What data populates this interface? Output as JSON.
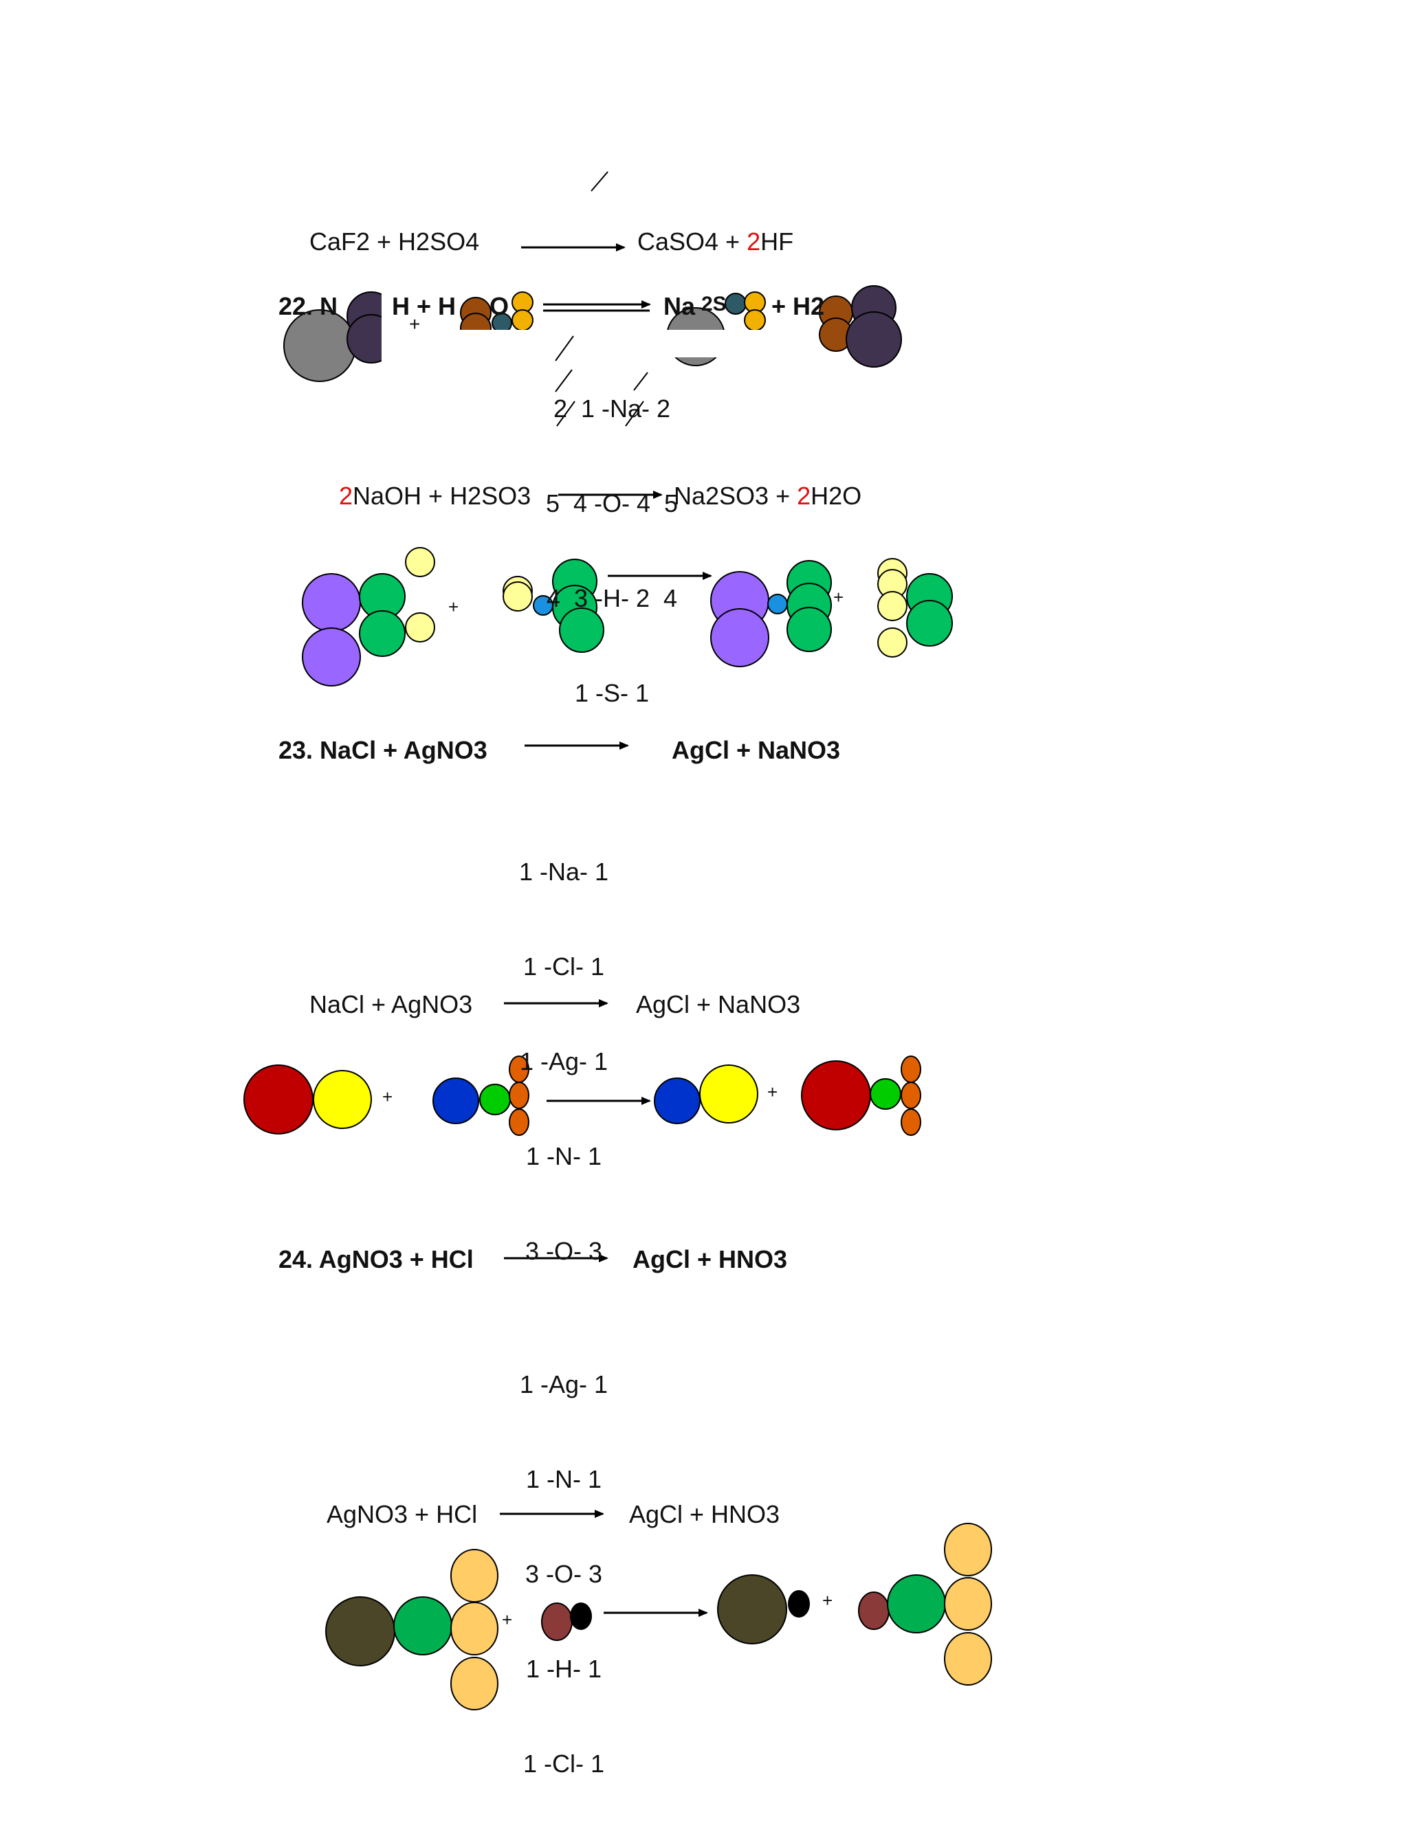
{
  "page": {
    "eq_caf2": {
      "left": "CaF2 + H2SO4",
      "right_a": "CaSO4 + ",
      "right_coef": "2",
      "right_b": "HF"
    },
    "problem22": {
      "heading_a": "22. N",
      "heading_b": "H + H",
      "heading_c": "O",
      "heading_d": "Na",
      "heading_e": "2S",
      "heading_f": "+ H2",
      "tally": [
        "2  1 -Na- 2",
        "5  4 -O- 4  5",
        "4  3 -H- 2  4",
        "1 -S- 1"
      ],
      "balanced": {
        "coef_left": "2",
        "left": "NaOH + H2SO3",
        "right": "Na2SO3 + ",
        "coef_right": "2",
        "right_b": "H2O"
      }
    },
    "problem23": {
      "heading_left": "23. NaCl + AgNO3",
      "heading_right": "AgCl  + NaNO3",
      "tally": [
        "1 -Na- 1",
        "1 -Cl- 1",
        "1 -Ag- 1",
        "1 -N- 1",
        "3 -O- 3"
      ],
      "balanced_left": "NaCl + AgNO3",
      "balanced_right": "AgCl  + NaNO3"
    },
    "problem24": {
      "heading_left": "24. AgNO3 + HCl",
      "heading_right": "AgCl + HNO3",
      "tally": [
        "1 -Ag- 1",
        "1 -N- 1",
        "3 -O- 3",
        "1 -H- 1",
        "1 -Cl- 1"
      ],
      "balanced_left": "AgNO3 + HCl",
      "balanced_right": "AgCl + HNO3"
    },
    "plus": "+"
  },
  "colors": {
    "gray": "#808080",
    "dark_purple": "#3f3350",
    "brown": "#994b0d",
    "teal": "#2d5a66",
    "gold": "#f2b100",
    "purple": "#9966ff",
    "green": "#00c060",
    "pale_yellow": "#ffff99",
    "blue_small": "#1a90e0",
    "red_atom": "#c00000",
    "yellow_atom": "#ffff00",
    "blue_atom": "#0033cc",
    "bright_green": "#00cc00",
    "orange": "#e06000",
    "olive": "#4b4628",
    "green_cl": "#00b050",
    "light_orange": "#ffcc66",
    "maroon": "#8b3a3a",
    "black": "#000000",
    "red_text": "#e01010"
  }
}
